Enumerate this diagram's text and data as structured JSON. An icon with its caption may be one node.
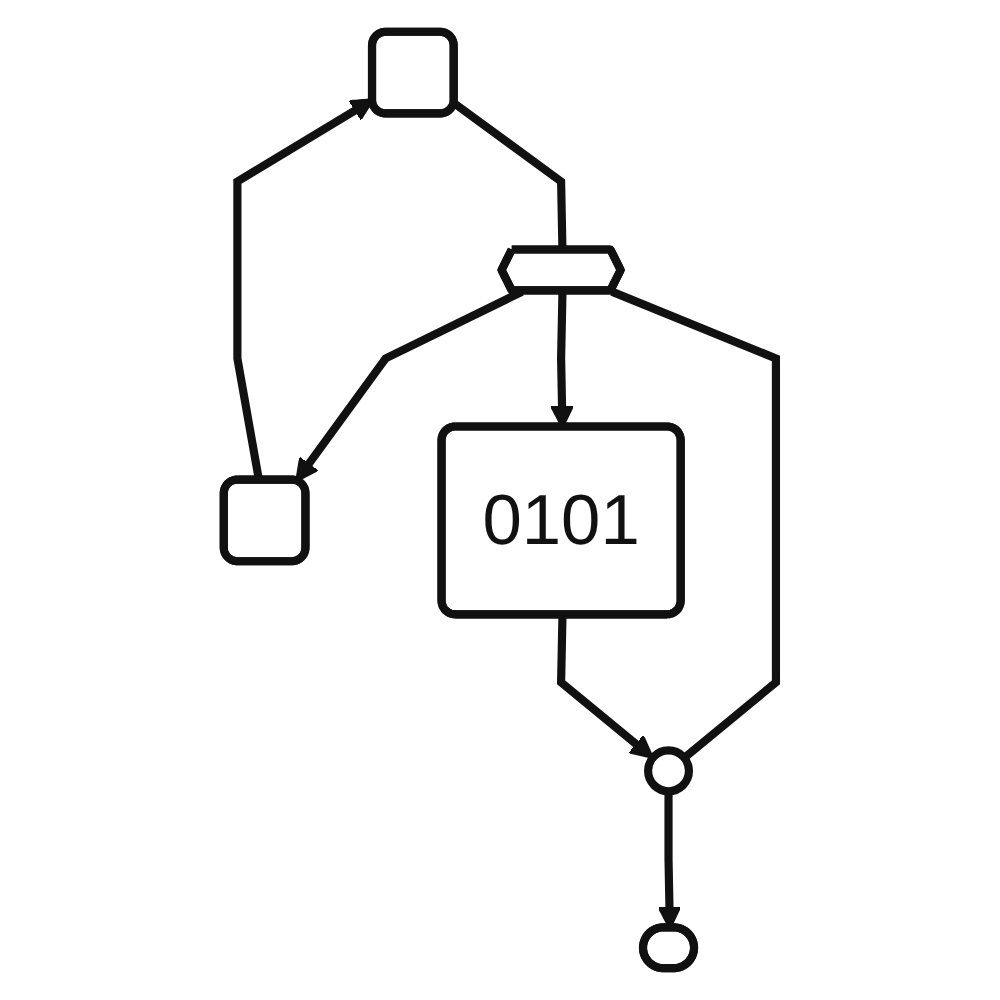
{
  "diagram": {
    "nodes": [
      {
        "text": [],
        "shape": "bubble"
      },
      {
        "text": [],
        "shape": "brain"
      },
      {
        "text": [],
        "shape": "bubble"
      },
      {
        "text": [
          "0101"
        ]
      },
      {
        "text": [],
        "shape": "circle"
      },
      {
        "text": [],
        "shape": "person"
      }
    ],
    "edges": [
      {
        "from": 0,
        "to": 1,
        "arrow": "none"
      },
      {
        "from": 1,
        "to": 2,
        "arrow": "to"
      },
      {
        "from": 1,
        "to": 3,
        "arrow": "to"
      },
      {
        "from": 2,
        "to": 0,
        "arrow": "to"
      },
      {
        "from": 1,
        "to": 4,
        "arrow": "none"
      },
      {
        "from": 3,
        "to": 4,
        "arrow": "to"
      },
      {
        "from": 4,
        "to": 5,
        "arrow": "to"
      }
    ]
  }
}
